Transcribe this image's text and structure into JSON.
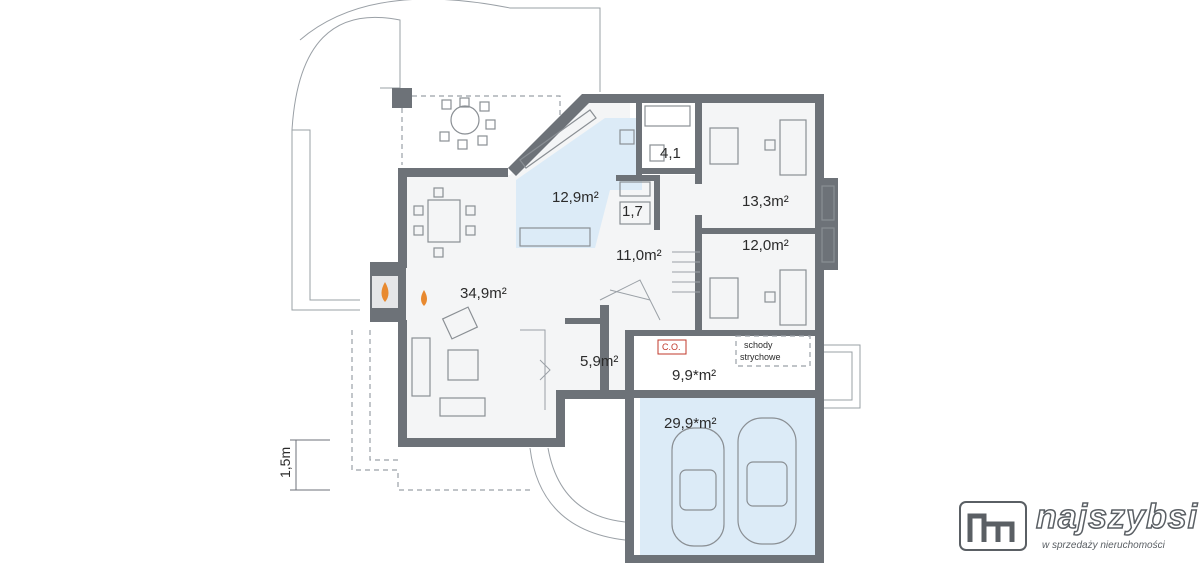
{
  "rooms": {
    "living": "34,9m²",
    "kitchen": "12,9m²",
    "pantry": "1,7",
    "wc": "4,1",
    "hall": "11,0m²",
    "bedroom1": "13,3m²",
    "bedroom2": "12,0m²",
    "vestibule": "5,9m²",
    "utility": "9,9*m²",
    "garage": "29,9*m²"
  },
  "labels": {
    "co": "C.O.",
    "stairs_line1": "schody",
    "stairs_line2": "strychowe",
    "dimension": "1,5m"
  },
  "brand": {
    "name": "najszybsi",
    "tagline": "w sprzedaży nieruchomości"
  },
  "colors": {
    "wall": "#6d7278",
    "blue_room": "#dcebf7",
    "floor": "#f4f5f6",
    "fire": "#e8892f"
  }
}
